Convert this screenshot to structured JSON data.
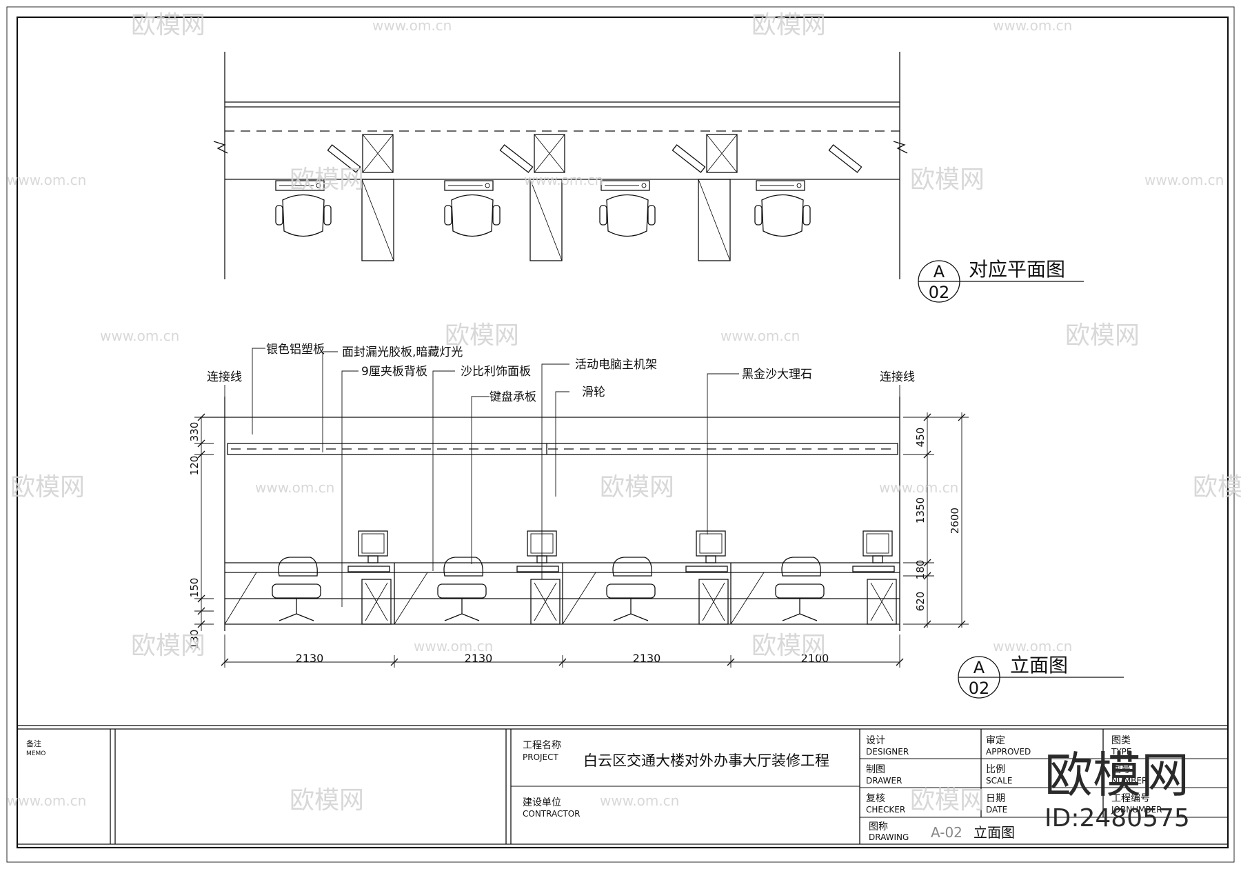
{
  "plan": {
    "symbol_top": "A",
    "symbol_bottom": "02",
    "title": "对应平面图"
  },
  "elevation": {
    "symbol_top": "A",
    "symbol_bottom": "02",
    "title": "立面图",
    "callouts": {
      "silver_aluminum_panel": "银色铝塑板",
      "sealed_light_panel": "面封漏光胶板,暗藏灯光",
      "plywood_backboard": "9厘夹板背板",
      "sapele_veneer": "沙比利饰面板",
      "keyboard_tray": "键盘承板",
      "mobile_host_rack": "活动电脑主机架",
      "pulley": "滑轮",
      "black_gold_marble": "黑金沙大理石",
      "connect_line_left": "连接线",
      "connect_line_right": "连接线"
    },
    "dims_bottom": [
      "2130",
      "2130",
      "2130",
      "2100"
    ],
    "dims_left": [
      "330",
      "120",
      "150",
      "130"
    ],
    "dims_right": [
      "450",
      "1350",
      "180",
      "620"
    ],
    "dim_total": "2600"
  },
  "title_block": {
    "memo_cn": "备注",
    "memo_en": "MEMO",
    "project_cn": "工程名称",
    "project_en": "PROJECT",
    "project_name": "白云区交通大楼对外办事大厅装修工程",
    "contractor_cn": "建设单位",
    "contractor_en": "CONTRACTOR",
    "designer_cn": "设计",
    "designer_en": "DESIGNER",
    "drawer_cn": "制图",
    "drawer_en": "DRAWER",
    "checker_cn": "复核",
    "checker_en": "CHECKER",
    "drawing_cn": "图称",
    "drawing_en": "DRAWING",
    "drawing_no": "A-02",
    "drawing_name": "立面图",
    "approved_cn": "审定",
    "approved_en": "APPROVED",
    "scale_cn": "比例",
    "scale_en": "SCALE",
    "date_cn": "日期",
    "date_en": "DATE",
    "type_cn": "图类",
    "type_en": "TYPE",
    "number_cn": "图号",
    "number_en": "NUMBER",
    "jobno_cn": "工程编号",
    "jobno_en": "JOBNUMBER"
  },
  "watermark": {
    "brand": "欧模网",
    "url": "www.om.cn",
    "id": "ID:2480575"
  }
}
